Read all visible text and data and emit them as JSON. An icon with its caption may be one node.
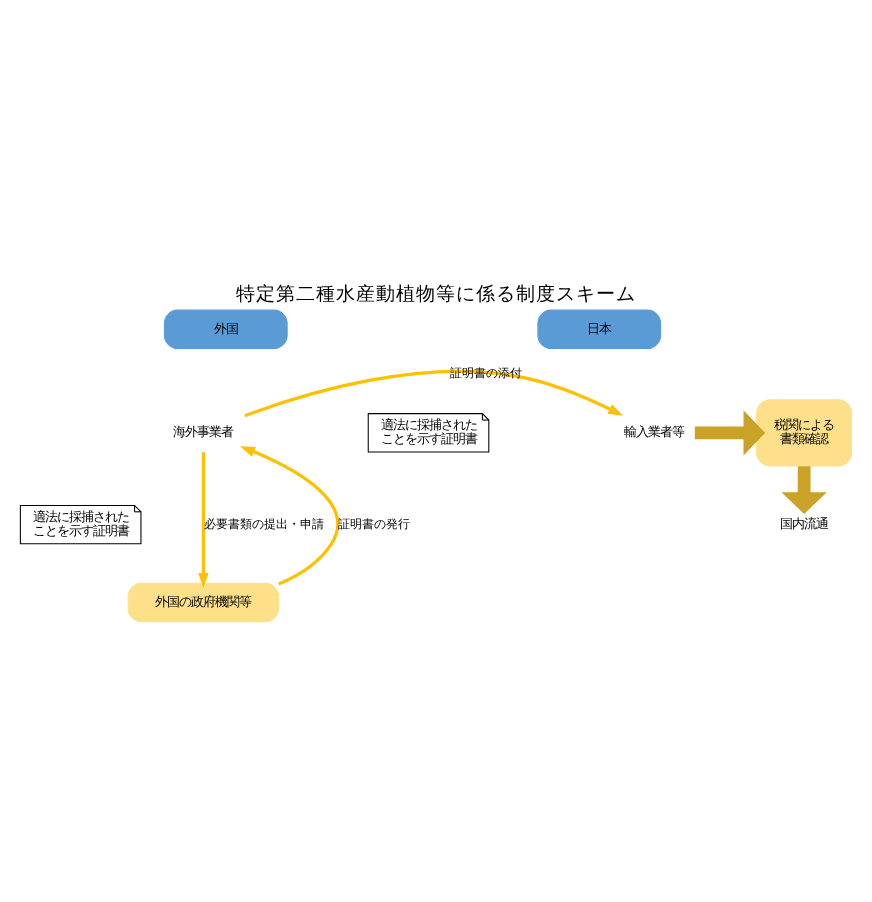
{
  "diagram": {
    "title": "特定第二種水産動植物等に係る制度スキーム",
    "nodes": [
      {
        "text": [
          "外国"
        ]
      },
      {
        "text": [
          "日本"
        ]
      },
      {
        "text": [
          "海外事業者"
        ]
      },
      {
        "text": [
          "適法に採捕されたことを示す証明書"
        ]
      },
      {
        "text": [
          "輸入業者等"
        ]
      },
      {
        "text": [
          "税関による書類確認"
        ]
      },
      {
        "text": [
          "国内流通"
        ]
      },
      {
        "text": [
          "適法に採捕されたことを示す証明書"
        ]
      },
      {
        "text": [
          "外国の政府機関等"
        ]
      }
    ],
    "edges": [
      {
        "from": 2,
        "to": 4,
        "arrow": "to",
        "label": "証明書の添付"
      },
      {
        "from": 2,
        "to": 8,
        "arrow": "to",
        "label": "必要書類の提出・申請"
      },
      {
        "from": 8,
        "to": 2,
        "arrow": "to",
        "label": "証明書の発行"
      },
      {
        "from": 4,
        "to": 5,
        "arrow": "to",
        "style": "thick",
        "color": "#c9a227"
      },
      {
        "from": 5,
        "to": 6,
        "arrow": "to",
        "style": "thick",
        "color": "#c9a227"
      }
    ]
  }
}
